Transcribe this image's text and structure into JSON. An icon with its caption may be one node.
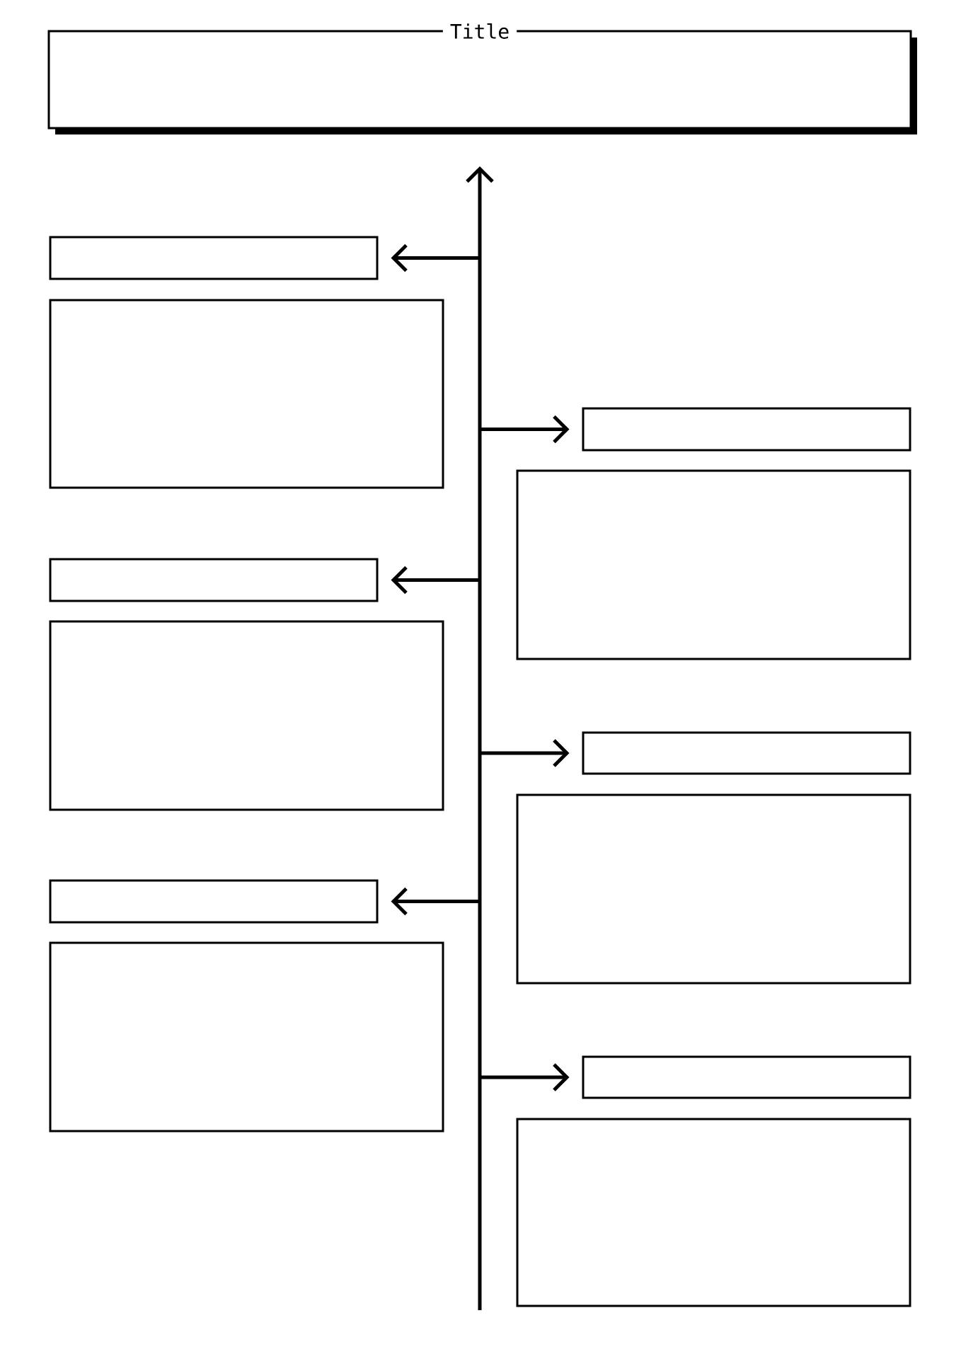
{
  "diagram": {
    "nodes": [
      {
        "text": [
          "Title"
        ]
      },
      {
        "text": [],
        "shape": "box"
      },
      {
        "text": [],
        "shape": "box"
      },
      {
        "text": [],
        "shape": "box"
      },
      {
        "text": [],
        "shape": "box"
      },
      {
        "text": [],
        "shape": "box"
      },
      {
        "text": [],
        "shape": "box"
      },
      {
        "text": [],
        "shape": "box"
      },
      {
        "text": [],
        "shape": "box"
      },
      {
        "text": [],
        "shape": "box"
      },
      {
        "text": [],
        "shape": "box"
      },
      {
        "text": [],
        "shape": "box"
      },
      {
        "text": [],
        "shape": "box"
      }
    ],
    "edges": [
      {
        "from": null,
        "to": 1,
        "arrow": "to"
      },
      {
        "from": null,
        "to": 3,
        "arrow": "to"
      },
      {
        "from": null,
        "to": 5,
        "arrow": "to"
      },
      {
        "from": null,
        "to": 7,
        "arrow": "to"
      },
      {
        "from": null,
        "to": 9,
        "arrow": "to"
      },
      {
        "from": null,
        "to": 11,
        "arrow": "to"
      }
    ]
  }
}
